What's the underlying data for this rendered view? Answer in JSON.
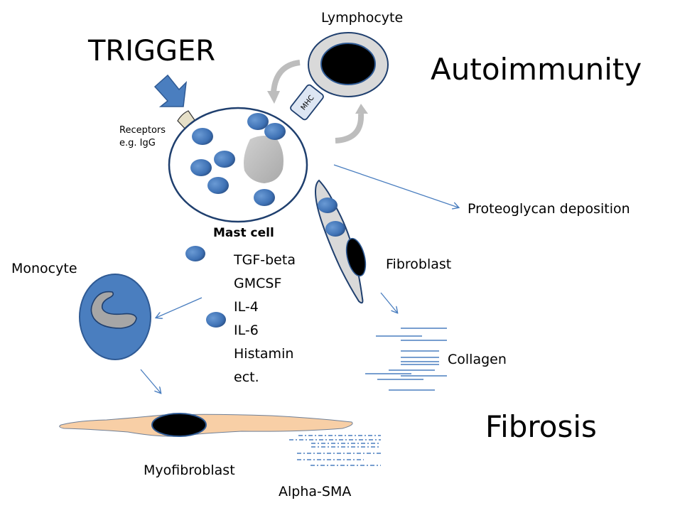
{
  "title": "Mast cell in autoimmunity and fibrosis",
  "labels": {
    "trigger": "TRIGGER",
    "lymphocyte": "Lymphocyte",
    "autoimmunity": "Autoimmunity",
    "mhc": "MHC",
    "receptors_line1": "Receptors",
    "receptors_line2": "e.g. IgG",
    "mast_cell": "Mast cell",
    "proteoglycan": "Proteoglycan deposition",
    "fibroblast": "Fibroblast",
    "monocyte": "Monocyte",
    "collagen": "Collagen",
    "fibrosis": "Fibrosis",
    "myofibroblast": "Myofibroblast",
    "alpha_sma": "Alpha-SMA"
  },
  "mediators": [
    "TGF-beta",
    "GMCSF",
    "IL-4",
    "IL-6",
    "Histamin",
    "ect."
  ],
  "colors": {
    "granule": "#4a7ebf",
    "cell_outline": "#1f3f6e",
    "arrow": "#4a7ebf",
    "lymphocyte_ring": "#d9d9d9",
    "nucleus": "#000000",
    "mhc_fill": "#dde6f3",
    "receptor_fill": "#e6e0c8",
    "myofibroblast_fill": "#f8cfa6",
    "monocyte_fill": "#4a7ebf",
    "grey_nucleus": "#bfbfbf"
  }
}
